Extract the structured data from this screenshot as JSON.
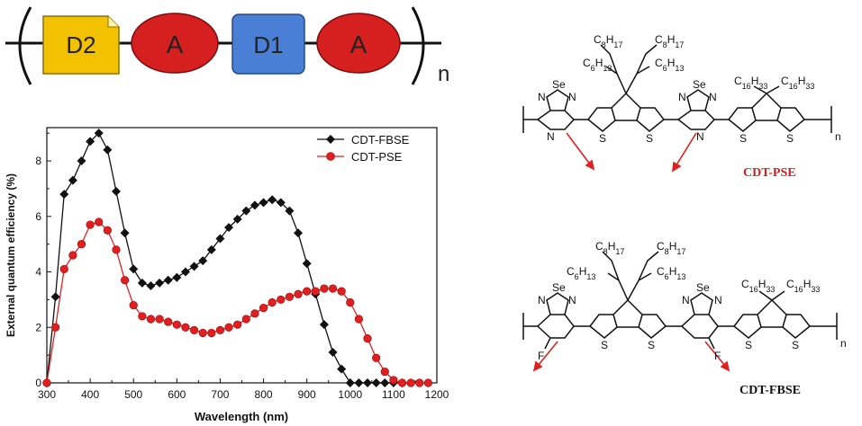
{
  "scheme": {
    "blocks": [
      {
        "label": "D2",
        "color": "#f2c200"
      },
      {
        "label": "A",
        "color": "#d61f1f"
      },
      {
        "label": "D1",
        "color": "#4a7fd6"
      },
      {
        "label": "A",
        "color": "#d61f1f"
      }
    ],
    "subscript": "n"
  },
  "chart_data": {
    "type": "line",
    "xlabel": "Wavelength (nm)",
    "ylabel": "External quantum efficiency (%)",
    "xlim": [
      300,
      1200
    ],
    "ylim": [
      0,
      9.2
    ],
    "xticks": [
      "300",
      "400",
      "500",
      "600",
      "700",
      "800",
      "900",
      "1000",
      "1100",
      "1200"
    ],
    "yticks": [
      "0",
      "2",
      "4",
      "6",
      "8"
    ],
    "legend_position": "top-right",
    "series": [
      {
        "name": "CDT-FBSE",
        "color": "#111111",
        "marker": "diamond",
        "x": [
          300,
          320,
          340,
          360,
          380,
          400,
          420,
          440,
          460,
          480,
          500,
          520,
          540,
          560,
          580,
          600,
          620,
          640,
          660,
          680,
          700,
          720,
          740,
          760,
          780,
          800,
          820,
          840,
          860,
          880,
          900,
          920,
          940,
          960,
          980,
          1000,
          1020,
          1040,
          1060,
          1080,
          1100,
          1120
        ],
        "y": [
          0,
          3.1,
          6.8,
          7.3,
          8.0,
          8.7,
          9.0,
          8.4,
          6.9,
          5.4,
          4.1,
          3.6,
          3.5,
          3.6,
          3.7,
          3.8,
          4.0,
          4.2,
          4.4,
          4.8,
          5.2,
          5.6,
          5.9,
          6.2,
          6.4,
          6.5,
          6.6,
          6.5,
          6.2,
          5.4,
          4.3,
          3.2,
          2.1,
          1.1,
          0.5,
          0,
          0,
          0,
          0,
          0,
          0,
          0
        ]
      },
      {
        "name": "CDT-PSE",
        "color": "#e02020",
        "marker": "circle",
        "x": [
          300,
          320,
          340,
          360,
          380,
          400,
          420,
          440,
          460,
          480,
          500,
          520,
          540,
          560,
          580,
          600,
          620,
          640,
          660,
          680,
          700,
          720,
          740,
          760,
          780,
          800,
          820,
          840,
          860,
          880,
          900,
          920,
          940,
          960,
          980,
          1000,
          1020,
          1040,
          1060,
          1080,
          1100,
          1120,
          1140,
          1160,
          1180
        ],
        "y": [
          0,
          2.0,
          4.1,
          4.6,
          5.0,
          5.7,
          5.8,
          5.5,
          4.8,
          3.7,
          2.8,
          2.4,
          2.3,
          2.3,
          2.2,
          2.1,
          2.0,
          1.9,
          1.8,
          1.8,
          1.9,
          2.0,
          2.1,
          2.3,
          2.5,
          2.7,
          2.9,
          3.0,
          3.1,
          3.2,
          3.3,
          3.3,
          3.4,
          3.4,
          3.3,
          2.9,
          2.3,
          1.6,
          0.9,
          0.4,
          0.1,
          0,
          0,
          0,
          0
        ]
      }
    ]
  },
  "molecules": {
    "top_label": "CDT-PSE",
    "top_label_color": "#cc1f1f",
    "bottom_label": "CDT-FBSE",
    "bottom_label_color": "#111111",
    "atoms": {
      "Se": "Se",
      "N": "N",
      "S": "S",
      "F": "F",
      "n": "n",
      "c8h17": "C8H17",
      "c6h13": "C6H13",
      "c16h33": "C16H33"
    }
  }
}
